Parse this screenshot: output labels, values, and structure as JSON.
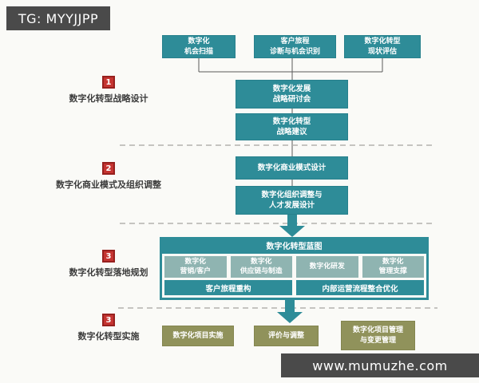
{
  "watermarks": {
    "top": "TG: MYYJJPP",
    "bottom": "www.mumuzhe.com"
  },
  "phases": [
    {
      "number": "1",
      "label": "数字化转型战略设计"
    },
    {
      "number": "2",
      "label": "数字化商业模式及组织调整"
    },
    {
      "number": "3",
      "label": "数字化转型落地规划"
    },
    {
      "number": "3",
      "label": "数字化转型实施"
    }
  ],
  "top_row": [
    {
      "line1": "数字化",
      "line2": "机会扫描"
    },
    {
      "line1": "客户旅程",
      "line2": "诊断与机会识别"
    },
    {
      "line1": "数字化转型",
      "line2": "现状评估"
    }
  ],
  "phase1": {
    "workshop": {
      "line1": "数字化发展",
      "line2": "战略研讨会"
    },
    "proposal": {
      "line1": "数字化转型",
      "line2": "战略建议"
    }
  },
  "phase2": {
    "business_model": "数字化商业模式设计",
    "org_design": {
      "line1": "数字化组织调整与",
      "line2": "人才发展设计"
    }
  },
  "blueprint": {
    "title": "数字化转型蓝图",
    "domains": [
      {
        "line1": "数字化",
        "line2": "营销/客户"
      },
      {
        "line1": "数字化",
        "line2": "供应链与制造"
      },
      {
        "line1": "数字化研发",
        "line2": ""
      },
      {
        "line1": "数字化",
        "line2": "管理支撑"
      }
    ],
    "processes": [
      "客户旅程重构",
      "内部运营流程整合优化"
    ]
  },
  "phase4": {
    "implementation": "数字化项目实施",
    "evaluation": "评价与调整",
    "management": {
      "line1": "数字化项目管理",
      "line2": "与变更管理"
    }
  },
  "colors": {
    "teal": "#2e8c98",
    "light_teal": "#8fb4b1",
    "olive": "#90925b",
    "red": "#c53431",
    "bar_gray": "#4a4a4a"
  }
}
